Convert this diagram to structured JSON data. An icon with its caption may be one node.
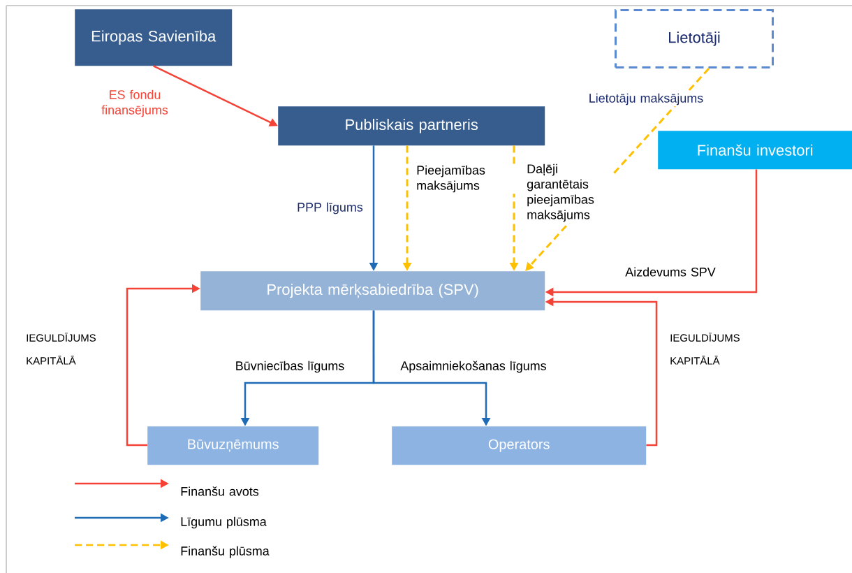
{
  "diagram": {
    "nodes": [
      {
        "text": [
          "Eiropas Savienība"
        ]
      },
      {
        "text": [
          "Lietotāji"
        ]
      },
      {
        "text": [
          "Publiskais partneris"
        ]
      },
      {
        "text": [
          "Finanšu investori"
        ]
      },
      {
        "text": [
          "Projekta mērķsabiedrība (SPV)"
        ]
      },
      {
        "text": [
          "Būvuzņēmums"
        ]
      },
      {
        "text": [
          "Operators"
        ]
      }
    ],
    "edges": [
      {
        "from": 0,
        "to": 2,
        "arrow": "to",
        "label": "ES fondu finansējums"
      },
      {
        "from": 2,
        "to": 4,
        "arrow": "to",
        "label": "PPP līgums",
        "color": "#1f6bb5"
      },
      {
        "from": 2,
        "to": 4,
        "arrow": "to",
        "label": "Pieejamības maksājums",
        "style": "dashed",
        "color": "#ffc000"
      },
      {
        "from": 2,
        "to": 4,
        "arrow": "to",
        "label": "Daļēji garantētais pieejamības maksājums",
        "style": "dashed",
        "color": "#ffc000"
      },
      {
        "from": 1,
        "to": 4,
        "arrow": "to",
        "label": "Lietotāju maksājums",
        "style": "dashed",
        "color": "#ffc000"
      },
      {
        "from": 3,
        "to": 4,
        "arrow": "to",
        "label": "Aizdevums SPV"
      },
      {
        "from": 5,
        "to": 4,
        "arrow": "to",
        "label": "IEGULDĪJUMS KAPITĀLĀ"
      },
      {
        "from": 6,
        "to": 4,
        "arrow": "to",
        "label": "IEGULDĪJUMS KAPITĀLĀ"
      },
      {
        "from": 4,
        "to": 5,
        "arrow": "to",
        "label": "Būvniecības līgums",
        "color": "#1f6bb5"
      },
      {
        "from": 4,
        "to": 6,
        "arrow": "to",
        "label": "Apsaimniekošanas līgums",
        "color": "#1f6bb5"
      }
    ],
    "legend": [
      {
        "text": "Finanšu avots"
      },
      {
        "text": "Līgumu plūsma"
      },
      {
        "text": "Finanšu plūsma"
      }
    ]
  }
}
